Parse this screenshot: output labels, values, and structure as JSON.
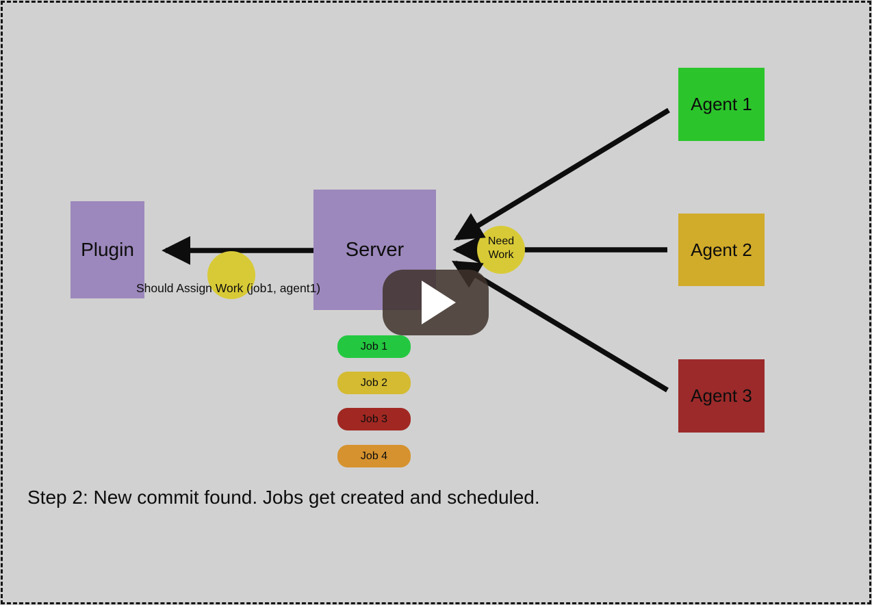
{
  "canvas": {
    "background_color": "#d1d1d1",
    "border_color": "#141414"
  },
  "caption": {
    "text": "Step 2: New commit found. Jobs get created and scheduled."
  },
  "nodes": {
    "plugin": {
      "label": "Plugin",
      "color": "#9c88bc"
    },
    "server": {
      "label": "Server",
      "color": "#9c88bc"
    },
    "agent1": {
      "label": "Agent 1",
      "color": "#2bc52b"
    },
    "agent2": {
      "label": "Agent 2",
      "color": "#d1ab2a"
    },
    "agent3": {
      "label": "Agent 3",
      "color": "#9c2a2a"
    }
  },
  "annotations": {
    "arrow_color": "#0d0d0d",
    "need_work": {
      "text_line1": "Need",
      "text_line2": "Work",
      "color": "#d8ca36"
    },
    "should_assign_work": {
      "text": "Should Assign Work (job1, agent1)",
      "marker_color": "#d8ca36"
    }
  },
  "jobs": [
    {
      "label": "Job 1",
      "color": "#23c840"
    },
    {
      "label": "Job 2",
      "color": "#d4bb31"
    },
    {
      "label": "Job 3",
      "color": "#a12822"
    },
    {
      "label": "Job 4",
      "color": "#d6922e"
    }
  ],
  "player": {
    "overlay_color": "rgba(64,51,44,0.85)"
  }
}
